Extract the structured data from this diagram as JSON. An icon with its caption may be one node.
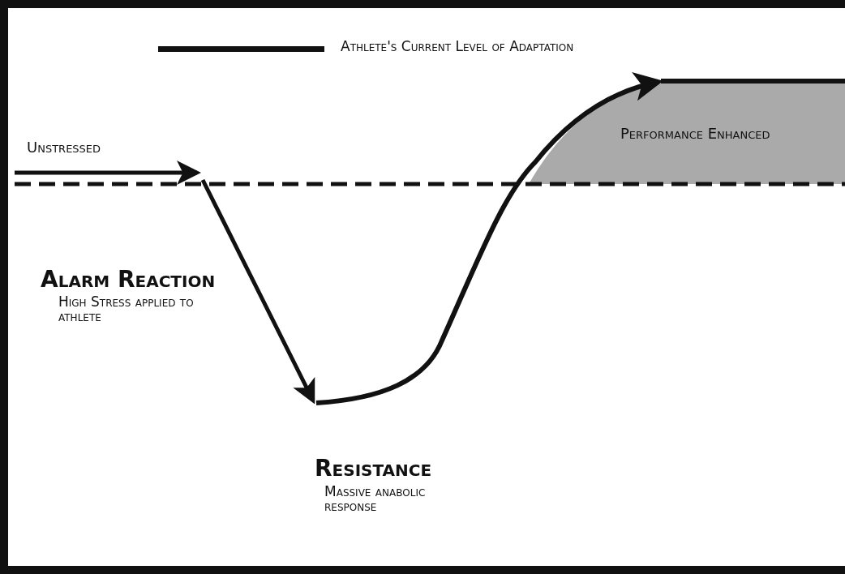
{
  "diagram": {
    "labels": [
      "Unstressed",
      "Performance Enhanced",
      "Alarm Reaction",
      "High Stress applied to athlete",
      "Resistance",
      "Massive anabolic response"
    ],
    "legend": [
      {
        "text": "Athlete's Current Level of Adaptation"
      }
    ]
  }
}
